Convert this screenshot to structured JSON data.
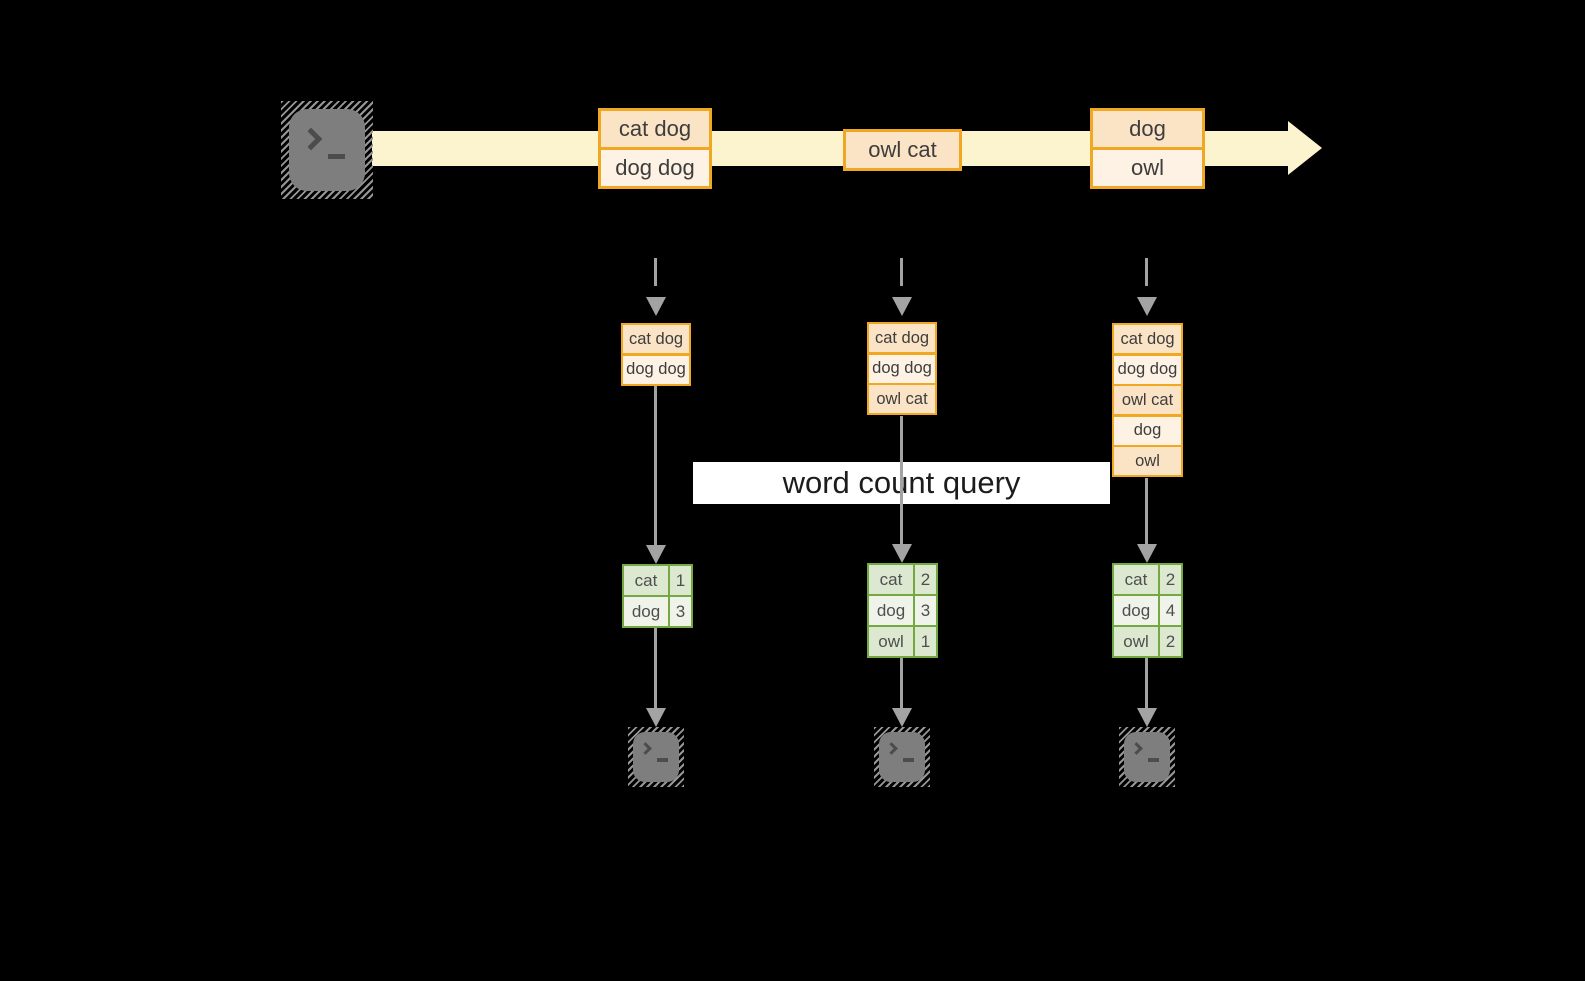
{
  "colors": {
    "background": "#000000",
    "stream_band": "#fcf3cf",
    "orange_border": "#f0a822",
    "event_cell_dark": "#fbe3c6",
    "event_cell_light": "#fdf2e3",
    "green_border": "#74a942",
    "result_row_dark": "#dde8d0",
    "result_row_light": "#eff3e9",
    "arrow_gray": "#a3a3a3",
    "terminal_gray": "#7e7e7e",
    "banner_bg": "#ffffff"
  },
  "icons": {
    "source_terminal": "terminal-prompt",
    "sink_terminal": "terminal-prompt",
    "stream_arrow": "right-arrow",
    "flow_arrow": "down-arrow"
  },
  "stream": {
    "events": [
      {
        "lines": [
          "cat dog",
          "dog dog"
        ]
      },
      {
        "lines": [
          "owl cat"
        ]
      },
      {
        "lines": [
          "dog",
          "owl"
        ]
      }
    ]
  },
  "states": [
    {
      "lines": [
        "cat dog",
        "dog dog"
      ]
    },
    {
      "lines": [
        "cat dog",
        "dog dog",
        "owl cat"
      ]
    },
    {
      "lines": [
        "cat dog",
        "dog dog",
        "owl cat",
        "dog",
        "owl"
      ]
    }
  ],
  "query_label": "word count query",
  "results": [
    {
      "rows": [
        [
          "cat",
          "1"
        ],
        [
          "dog",
          "3"
        ]
      ]
    },
    {
      "rows": [
        [
          "cat",
          "2"
        ],
        [
          "dog",
          "3"
        ],
        [
          "owl",
          "1"
        ]
      ]
    },
    {
      "rows": [
        [
          "cat",
          "2"
        ],
        [
          "dog",
          "4"
        ],
        [
          "owl",
          "2"
        ]
      ]
    }
  ]
}
